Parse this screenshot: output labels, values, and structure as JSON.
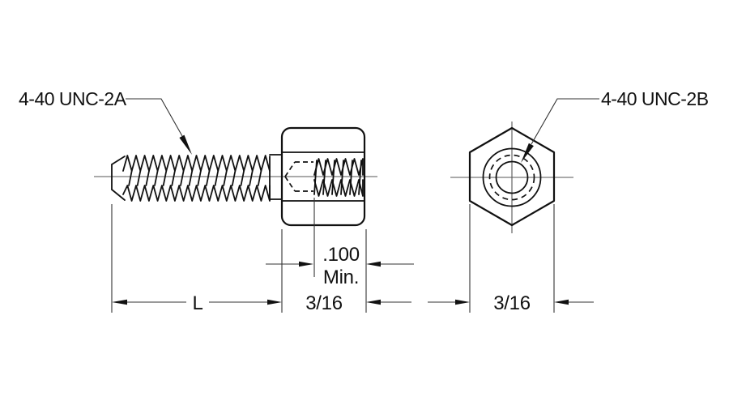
{
  "drawing": {
    "title": "hex-standoff-male-female-technical-drawing",
    "background": "#ffffff",
    "line_color": "#111111",
    "thin_line_color": "#555555"
  },
  "callouts": {
    "male_thread": "4-40 UNC-2A",
    "female_thread": "4-40 UNC-2B"
  },
  "dimensions": {
    "thread_depth_value": ".100",
    "thread_depth_qualifier": "Min.",
    "stud_length": "L",
    "hex_across_flats_side": "3/16",
    "hex_across_flats_end": "3/16"
  }
}
